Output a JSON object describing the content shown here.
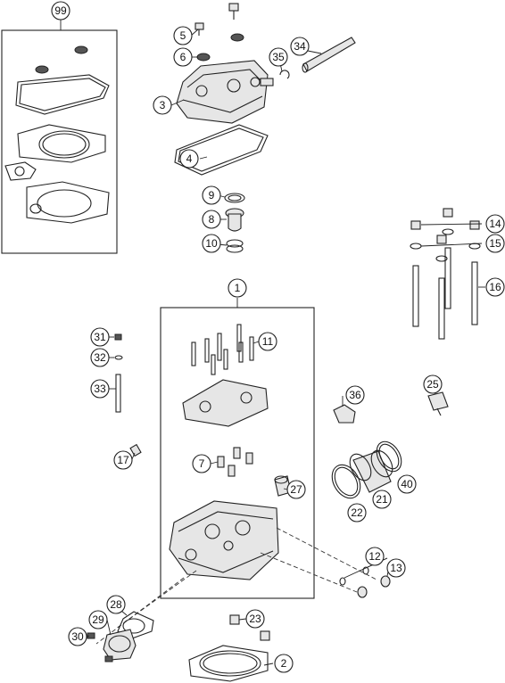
{
  "callouts": [
    {
      "id": "1",
      "label": "1"
    },
    {
      "id": "2",
      "label": "2"
    },
    {
      "id": "3",
      "label": "3"
    },
    {
      "id": "4",
      "label": "4"
    },
    {
      "id": "5",
      "label": "5"
    },
    {
      "id": "6",
      "label": "6"
    },
    {
      "id": "7",
      "label": "7"
    },
    {
      "id": "8",
      "label": "8"
    },
    {
      "id": "9",
      "label": "9"
    },
    {
      "id": "10",
      "label": "10"
    },
    {
      "id": "11",
      "label": "11"
    },
    {
      "id": "12",
      "label": "12"
    },
    {
      "id": "13",
      "label": "13"
    },
    {
      "id": "14",
      "label": "14"
    },
    {
      "id": "15",
      "label": "15"
    },
    {
      "id": "16",
      "label": "16"
    },
    {
      "id": "17",
      "label": "17"
    },
    {
      "id": "21",
      "label": "21"
    },
    {
      "id": "22",
      "label": "22"
    },
    {
      "id": "23",
      "label": "23"
    },
    {
      "id": "25",
      "label": "25"
    },
    {
      "id": "27",
      "label": "27"
    },
    {
      "id": "28",
      "label": "28"
    },
    {
      "id": "29",
      "label": "29"
    },
    {
      "id": "30",
      "label": "30"
    },
    {
      "id": "31",
      "label": "31"
    },
    {
      "id": "32",
      "label": "32"
    },
    {
      "id": "33",
      "label": "33"
    },
    {
      "id": "34",
      "label": "34"
    },
    {
      "id": "35",
      "label": "35"
    },
    {
      "id": "36",
      "label": "36"
    },
    {
      "id": "40",
      "label": "40"
    },
    {
      "id": "99",
      "label": "99"
    }
  ]
}
